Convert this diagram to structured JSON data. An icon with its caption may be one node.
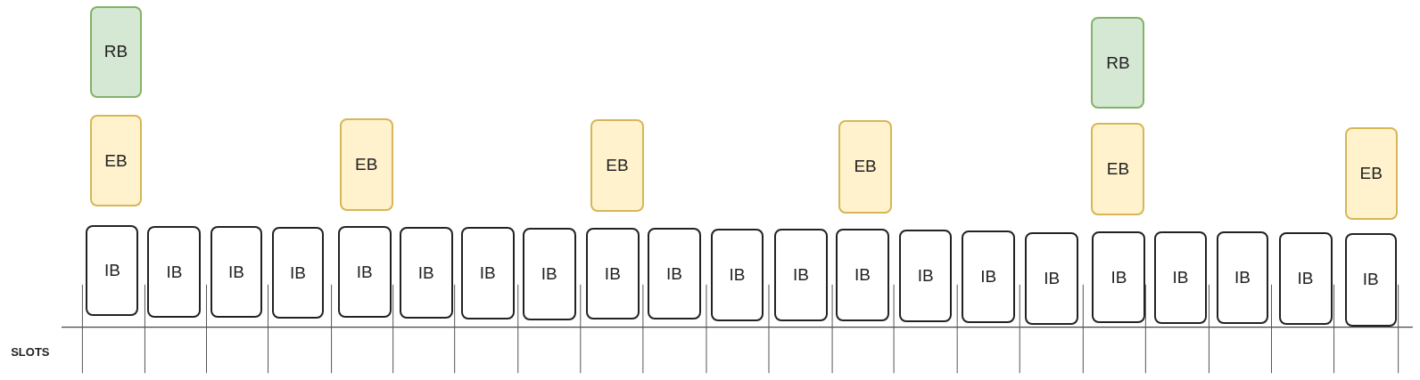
{
  "diagram": {
    "nodes": [
      {
        "text": [
          "RB"
        ]
      },
      {
        "text": [
          "RB"
        ]
      },
      {
        "text": [
          "EB"
        ]
      },
      {
        "text": [
          "EB"
        ]
      },
      {
        "text": [
          "EB"
        ]
      },
      {
        "text": [
          "EB"
        ]
      },
      {
        "text": [
          "EB"
        ]
      },
      {
        "text": [
          "EB"
        ]
      },
      {
        "text": [
          "IB"
        ]
      },
      {
        "text": [
          "IB"
        ]
      },
      {
        "text": [
          "IB"
        ]
      },
      {
        "text": [
          "IB"
        ]
      },
      {
        "text": [
          "IB"
        ]
      },
      {
        "text": [
          "IB"
        ]
      },
      {
        "text": [
          "IB"
        ]
      },
      {
        "text": [
          "IB"
        ]
      },
      {
        "text": [
          "IB"
        ]
      },
      {
        "text": [
          "IB"
        ]
      },
      {
        "text": [
          "IB"
        ]
      },
      {
        "text": [
          "IB"
        ]
      },
      {
        "text": [
          "IB"
        ]
      },
      {
        "text": [
          "IB"
        ]
      },
      {
        "text": [
          "IB"
        ]
      },
      {
        "text": [
          "IB"
        ]
      },
      {
        "text": [
          "IB"
        ]
      },
      {
        "text": [
          "IB"
        ]
      },
      {
        "text": [
          "IB"
        ]
      },
      {
        "text": [
          "IB"
        ]
      },
      {
        "text": [
          "IB"
        ]
      }
    ],
    "labels": [
      "SLOTS"
    ]
  }
}
